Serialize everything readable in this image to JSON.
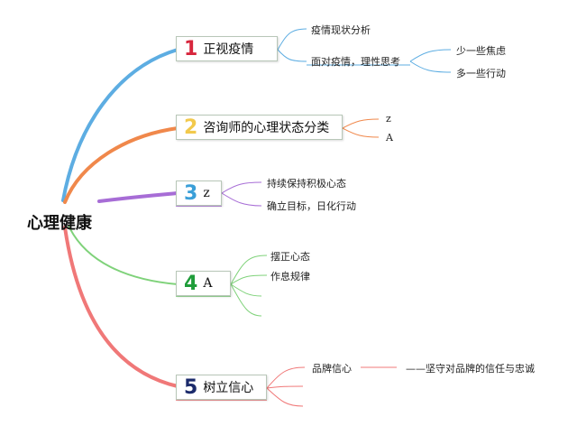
{
  "root": {
    "label": "心理健康"
  },
  "branches": [
    {
      "number": "1",
      "number_color": "#d7263d",
      "label": "正视疫情",
      "color": "#5dade2",
      "children": [
        {
          "label": "疫情现状分析"
        },
        {
          "label": "面对疫情，理性思考",
          "children": [
            {
              "label": "少一些焦虑"
            },
            {
              "label": "多一些行动"
            }
          ]
        }
      ]
    },
    {
      "number": "2",
      "number_color": "#f2c94c",
      "label": "咨询师的心理状态分类",
      "color": "#f0884b",
      "children": [
        {
          "label": "z"
        },
        {
          "label": "A"
        }
      ]
    },
    {
      "number": "3",
      "number_color": "#3a9fd8",
      "label": "z",
      "color": "#a76dd6",
      "children": [
        {
          "label": "持续保持积极心态"
        },
        {
          "label": "确立目标，日化行动"
        }
      ]
    },
    {
      "number": "4",
      "number_color": "#1f9d3a",
      "label": "A",
      "color": "#7fd27a",
      "children": [
        {
          "label": "摆正心态"
        },
        {
          "label": "作息规律"
        },
        {
          "label": ""
        },
        {
          "label": ""
        }
      ]
    },
    {
      "number": "5",
      "number_color": "#1b2a6b",
      "label": "树立信心",
      "color": "#f07878",
      "children": [
        {
          "label": "品牌信心",
          "children": [
            {
              "label": "——坚守对品牌的信任与忠诚"
            }
          ]
        },
        {
          "label": ""
        },
        {
          "label": ""
        }
      ]
    }
  ]
}
